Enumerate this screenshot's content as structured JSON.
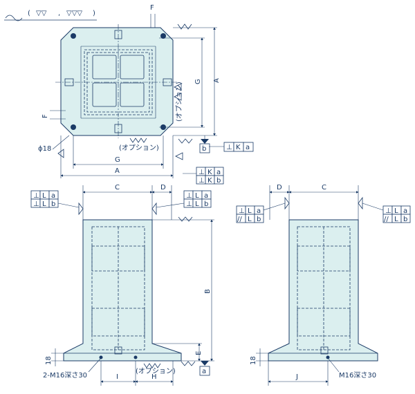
{
  "surface_symbol": {
    "prefix": "(",
    "rough": "▽▽",
    "sep": ",",
    "fine": "▽▽▽",
    "suffix": ")"
  },
  "dims": {
    "A": "A",
    "G": "G",
    "F": "F",
    "C": "C",
    "D": "D",
    "B": "B",
    "E": "E",
    "I": "I",
    "H": "H",
    "J": "J",
    "dia18": "ϕ18",
    "t18": "18"
  },
  "labels": {
    "option": "(オプション)",
    "option_vertical": "(オプション)",
    "tap_front": "2-M16深さ30",
    "tap_side": "M16深さ30"
  },
  "datum": {
    "a": "a",
    "b": "b"
  },
  "tolerance": {
    "perp": "⊥",
    "para": "//",
    "L": "L",
    "K": "K",
    "a": "a",
    "b": "b"
  },
  "colors": {
    "line": "#1a3a66",
    "fill": "#dbefef"
  }
}
